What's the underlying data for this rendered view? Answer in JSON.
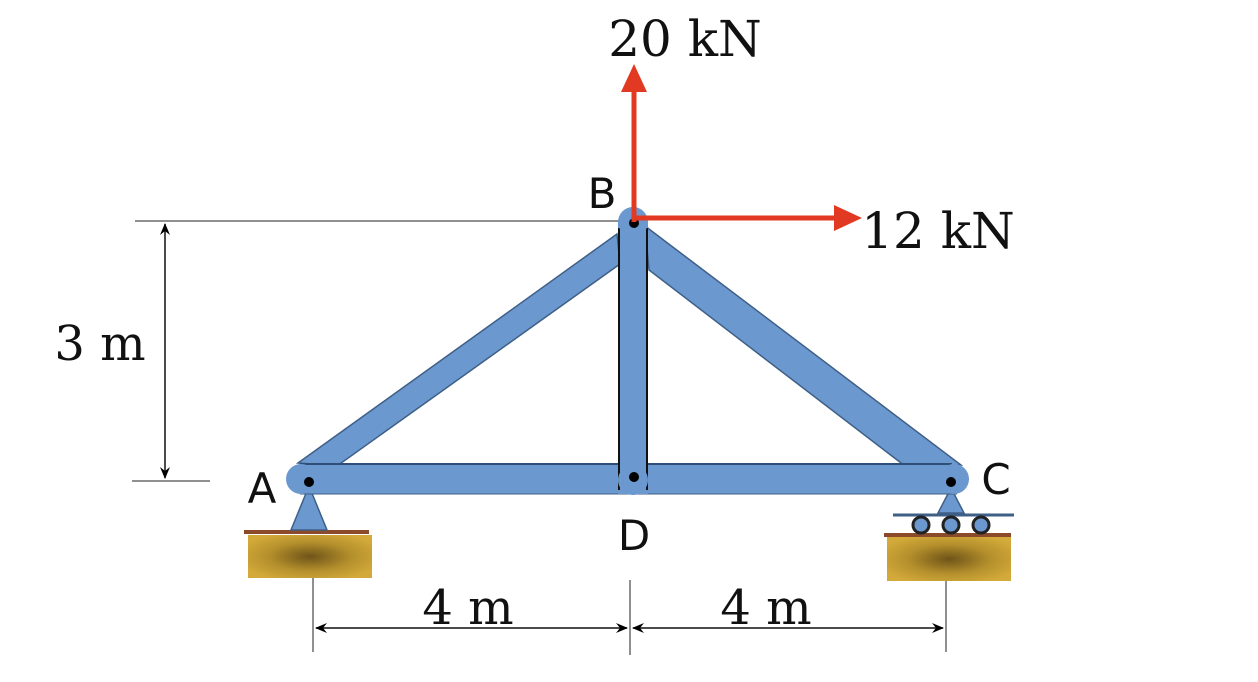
{
  "diagram": {
    "loads": {
      "vertical": "20 kN",
      "horizontal": "12 kN"
    },
    "nodes": {
      "a": "A",
      "b": "B",
      "c": "C",
      "d": "D"
    },
    "dimensions": {
      "height": "3 m",
      "span_left": "4 m",
      "span_right": "4 m"
    },
    "colors": {
      "member": "#6a98cf",
      "member_edge": "#3f5f86",
      "load_arrow": "#e23a22",
      "support_base": "#c9a233",
      "support_dark": "#6a4c18",
      "ground_line": "#8b4a2a"
    }
  }
}
